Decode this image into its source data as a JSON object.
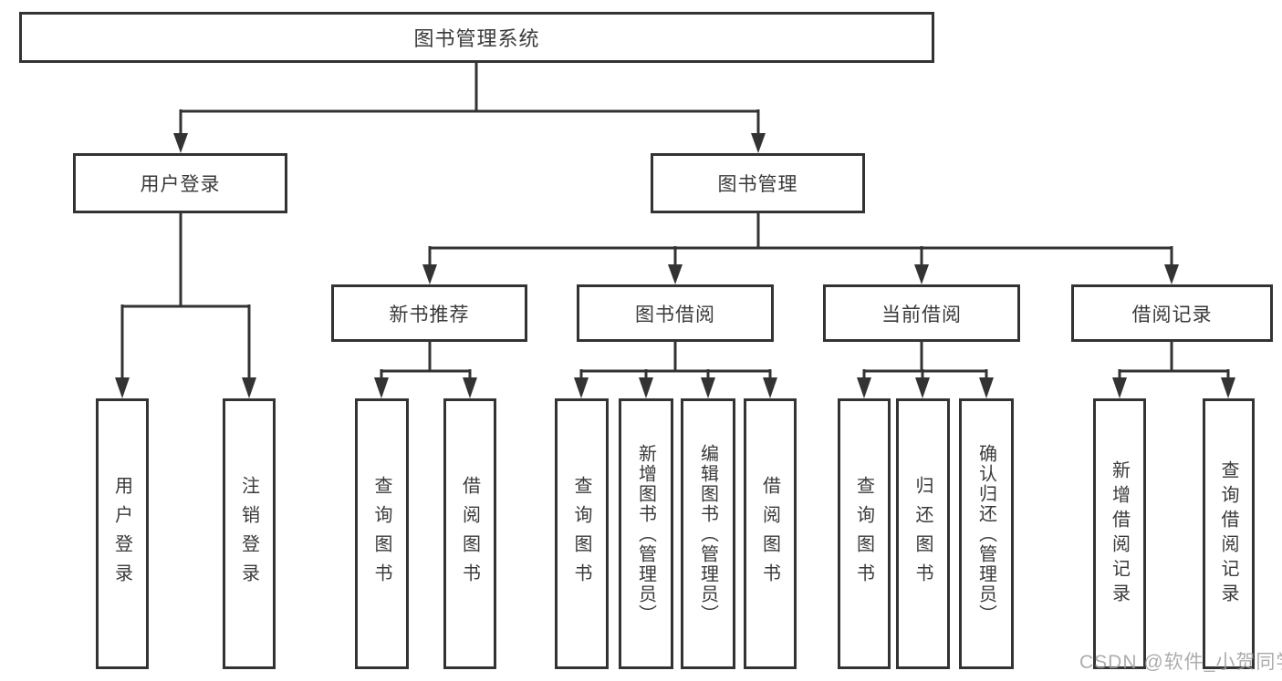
{
  "tree": {
    "root": {
      "label": "图书管理系统"
    },
    "user_login": {
      "label": "用户登录",
      "children": [
        {
          "label": "用户登录"
        },
        {
          "label": "注销登录"
        }
      ]
    },
    "book_management": {
      "label": "图书管理",
      "groups": [
        {
          "label": "新书推荐",
          "children": [
            {
              "label": "查询图书"
            },
            {
              "label": "借阅图书"
            }
          ]
        },
        {
          "label": "图书借阅",
          "children": [
            {
              "label": "查询图书"
            },
            {
              "label": "新增图书（管理员）"
            },
            {
              "label": "编辑图书（管理员）"
            },
            {
              "label": "借阅图书"
            }
          ]
        },
        {
          "label": "当前借阅",
          "children": [
            {
              "label": "查询图书"
            },
            {
              "label": "归还图书"
            },
            {
              "label": "确认归还（管理员）"
            }
          ]
        },
        {
          "label": "借阅记录",
          "children": [
            {
              "label": "新增借阅记录"
            },
            {
              "label": "查询借阅记录"
            }
          ]
        }
      ]
    }
  },
  "watermark": "CSDN @软件_小贺同学",
  "colors": {
    "line": "#333333",
    "box_border": "#333333",
    "text": "#3a3a3a",
    "watermark": "#9e9e9e",
    "background": "#ffffff"
  }
}
